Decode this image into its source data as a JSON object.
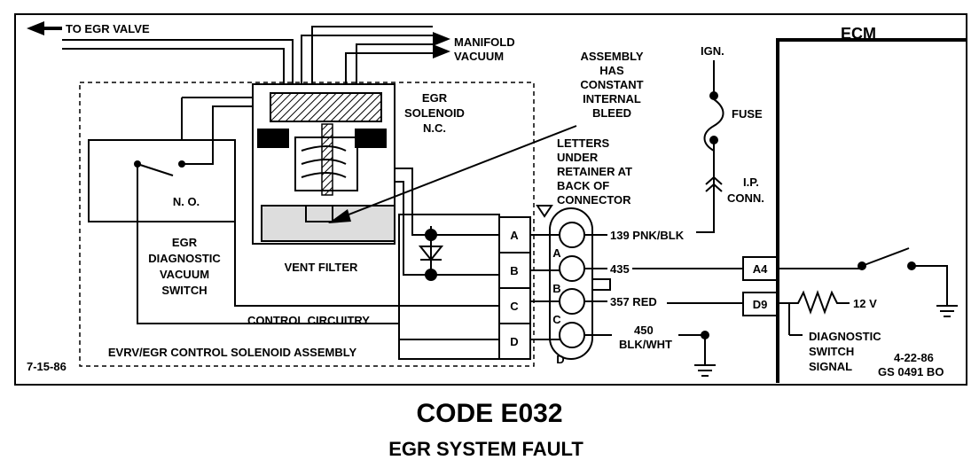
{
  "labels": {
    "to_egr_valve": "TO EGR VALVE",
    "manifold_vacuum_1": "MANIFOLD",
    "manifold_vacuum_2": "VACUUM",
    "assembly_note": [
      "ASSEMBLY",
      "HAS",
      "CONSTANT",
      "INTERNAL",
      "BLEED"
    ],
    "egr_solenoid": [
      "EGR",
      "SOLENOID",
      "N.C."
    ],
    "no_switch": "N. O.",
    "egr_diag_switch": [
      "EGR",
      "DIAGNOSTIC",
      "VACUUM",
      "SWITCH"
    ],
    "vent_filter": "VENT FILTER",
    "control_circuitry": "CONTROL CIRCUITRY",
    "assembly_title": "EVRV/EGR CONTROL SOLENOID ASSEMBLY",
    "date_left": "7-15-86",
    "letters_note": [
      "LETTERS",
      "UNDER",
      "RETAINER AT",
      "BACK OF",
      "CONNECTOR"
    ],
    "ign": "IGN.",
    "fuse": "FUSE",
    "ip_conn": [
      "I.P.",
      "CONN."
    ],
    "ecm": "ECM",
    "wire_139": "139 PNK/BLK",
    "wire_435": "435",
    "wire_357": "357 RED",
    "wire_450": [
      "450",
      "BLK/WHT"
    ],
    "term_a4": "A4",
    "term_d9": "D9",
    "volts": "12 V",
    "diag_signal": [
      "DIAGNOSTIC",
      "SWITCH",
      "SIGNAL"
    ],
    "date_right": "4-22-86",
    "ref_code": "GS 0491 BO",
    "pins_box": [
      "A",
      "B",
      "C",
      "D"
    ],
    "pins_conn": [
      "A",
      "B",
      "C",
      "D"
    ]
  },
  "title": {
    "code": "CODE E032",
    "subtitle": "EGR SYSTEM FAULT"
  }
}
